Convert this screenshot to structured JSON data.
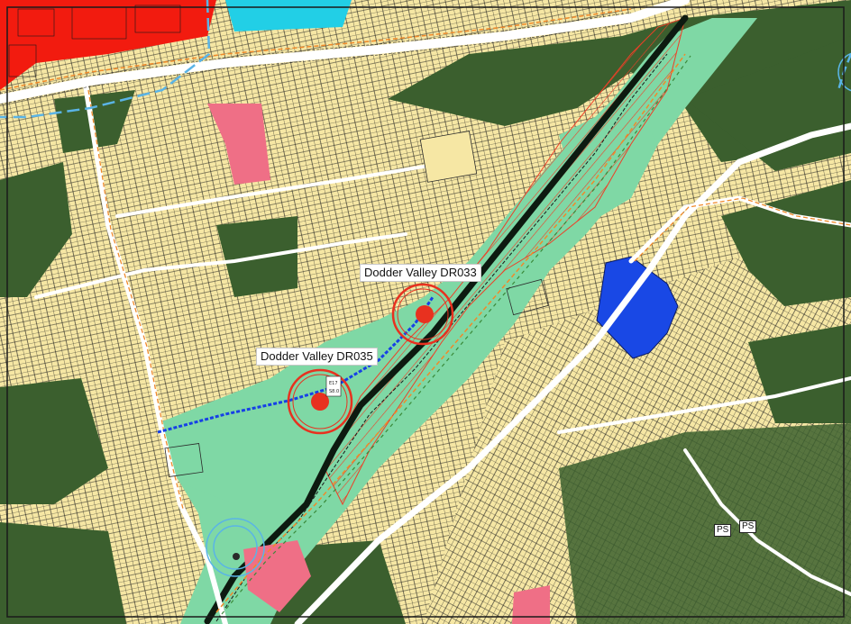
{
  "map": {
    "labels": {
      "dr033": "Dodder Valley DR033",
      "dr035": "Dodder Valley DR035"
    },
    "markers": {
      "ps_a": "PS",
      "ps_b": "PS",
      "node_label_top": "E17",
      "node_label_bottom": "S8.0"
    },
    "colors": {
      "background": "#ffffff",
      "residential": "#f6e7a4",
      "open_space_light": "#7fd8a5",
      "open_space_dark": "#3b5f2e",
      "commercial_red": "#f21b0f",
      "pink_zone": "#ef6f86",
      "blue_zone": "#1948e5",
      "cyan_zone": "#22cfe6",
      "flood_hatch": "#ee3f27",
      "site_circle": "#e8311f",
      "blue_dashed": "#1640e6",
      "route_orange": "#f08a2a",
      "route_green": "#3a8a3a",
      "water_blue": "#5ab4e6"
    }
  }
}
